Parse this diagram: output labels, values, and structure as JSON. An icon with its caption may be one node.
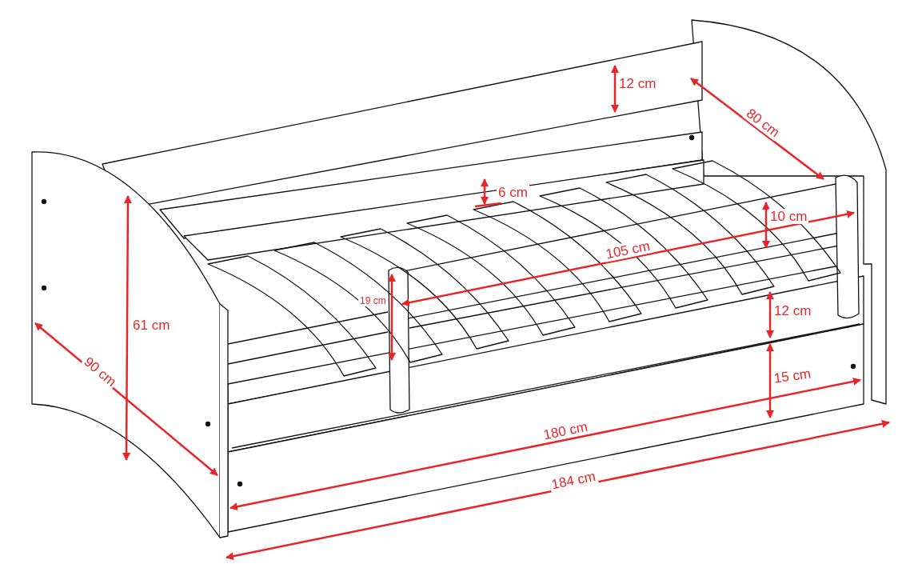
{
  "diagram": {
    "labels": [
      "12 cm",
      "80 cm",
      "6 cm",
      "10 cm",
      "105 cm",
      "19 cm",
      "61 cm",
      "12 cm",
      "90 cm",
      "15 cm",
      "180 cm",
      "184 cm"
    ]
  }
}
